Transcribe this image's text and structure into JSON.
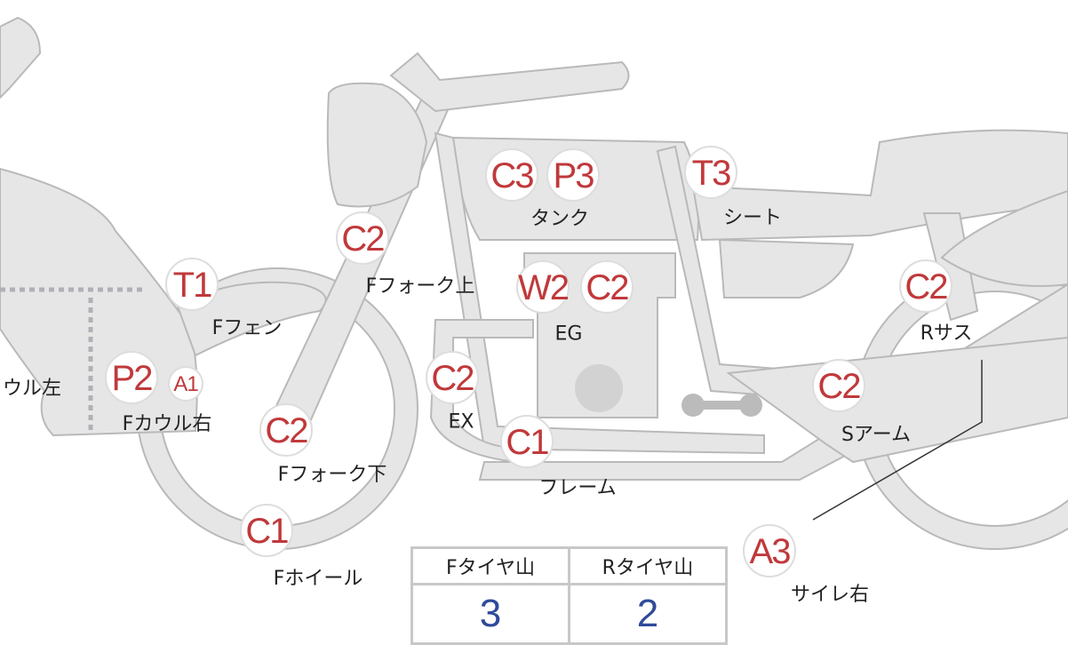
{
  "badges": {
    "tank_c": "C3",
    "tank_p": "P3",
    "seat": "T3",
    "fork_upper": "C2",
    "f_fender": "T1",
    "eg_w": "W2",
    "eg_c": "C2",
    "r_sus": "C2",
    "f_cowl_p": "P2",
    "f_cowl_a": "A1",
    "ex": "C2",
    "s_arm": "C2",
    "fork_lower": "C2",
    "frame": "C1",
    "f_wheel": "C1",
    "muffler": "A3"
  },
  "labels": {
    "tank": "タンク",
    "seat": "シート",
    "fork_upper": "Fフォーク上",
    "f_fender": "Fフェン",
    "eg": "EG",
    "r_sus": "Rサス",
    "cowl_left": "ウル左",
    "cowl_right": "Fカウル右",
    "ex": "EX",
    "s_arm": "Sアーム",
    "fork_lower": "Fフォーク下",
    "frame": "フレーム",
    "f_wheel": "Fホイール",
    "muffler": "サイレ右"
  },
  "tire_table": {
    "headers": [
      "Fタイヤ山",
      "Rタイヤ山"
    ],
    "values": [
      "3",
      "2"
    ]
  },
  "colors": {
    "badge_text": "#c0393b",
    "tire_value": "#2e4a9a",
    "body_fill": "#e6e6e6"
  }
}
